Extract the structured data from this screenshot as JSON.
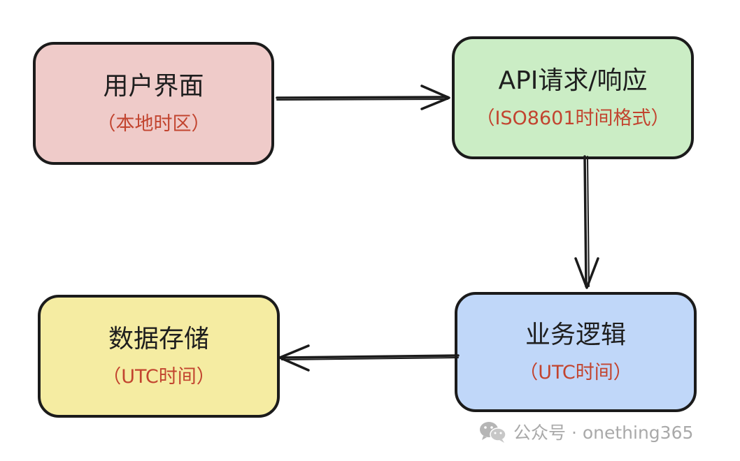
{
  "nodes": {
    "ui": {
      "title": "用户界面",
      "subtitle": "（本地时区）",
      "fill": "#efcbc9"
    },
    "api": {
      "title": "API请求/响应",
      "subtitle": "（ISO8601时间格式）",
      "fill": "#cbedc5"
    },
    "biz": {
      "title": "业务逻辑",
      "subtitle": "（UTC时间）",
      "fill": "#c0d7f9"
    },
    "db": {
      "title": "数据存储",
      "subtitle": "（UTC时间）",
      "fill": "#f5eca2"
    }
  },
  "edges": [
    {
      "from": "ui",
      "to": "api"
    },
    {
      "from": "api",
      "to": "biz"
    },
    {
      "from": "biz",
      "to": "db"
    }
  ],
  "colors": {
    "stroke": "#1b1b1b",
    "title_text": "#1e1e1e",
    "subtitle_text": "#c2442f",
    "watermark": "#a9a9a9"
  },
  "watermark": {
    "icon": "wechat-icon",
    "text": "公众号 · onething365"
  }
}
